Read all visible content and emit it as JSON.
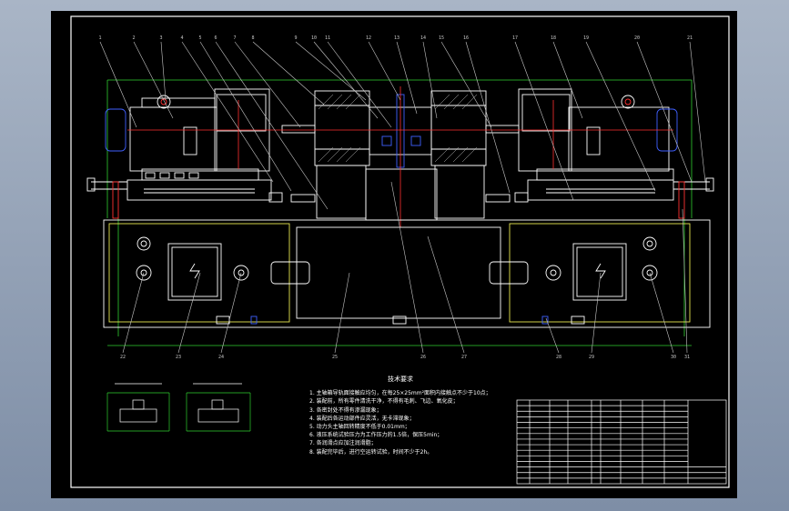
{
  "drawing": {
    "notes_heading": "技术要求",
    "notes": [
      "1. 主轴箱导轨面接触应均匀，在每25×25mm²面积内接触点不少于10点；",
      "2. 装配前，所有零件清洗干净，不得有毛刺、飞边、氧化皮；",
      "3. 各密封处不得有渗漏现象；",
      "4. 装配后各运动部件应灵活，无卡滞现象；",
      "5. 动力头主轴回转精度不低于0.01mm；",
      "6. 液压系统试验压力为工作压力的1.5倍，保压5min；",
      "7. 各润滑点应加注润滑脂；",
      "8. 装配完毕后，进行空运转试验，时间不少于2h。"
    ],
    "balloons_top": [
      "1",
      "2",
      "3",
      "4",
      "5",
      "6",
      "7",
      "8",
      "9",
      "10",
      "11",
      "12",
      "13",
      "14",
      "15",
      "16",
      "17",
      "18",
      "19",
      "20",
      "21"
    ],
    "balloons_bottom": [
      "22",
      "23",
      "24",
      "25",
      "26",
      "27",
      "28",
      "29",
      "30",
      "31"
    ],
    "colors": {
      "outline": "#ffffff",
      "centerline": "#ff3030",
      "leader": "#c8c8c8",
      "dimension": "#30d030",
      "hidden": "#e8e850",
      "fastener": "#4060ff",
      "frame": "#ffffff"
    }
  }
}
